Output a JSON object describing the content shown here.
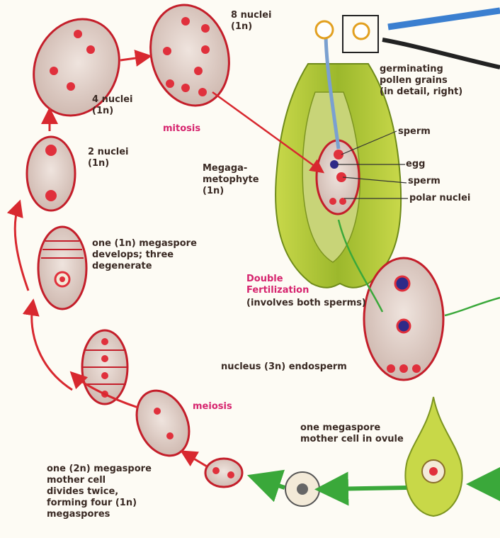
{
  "labels": {
    "eight_nuclei": "8 nuclei\n(1n)",
    "four_nuclei": "4 nuclei\n(1n)",
    "two_nuclei": "2 nuclei\n(1n)",
    "mitosis": "mitosis",
    "germinating": "germinating\npollen grains\n(in detail, right)",
    "sperm_top": "sperm",
    "egg": "egg",
    "sperm_mid": "sperm",
    "polar_nuclei": "polar nuclei",
    "megagametophyte": "Megaga-\nmetophyte\n(1n)",
    "one_megaspore": "one (1n) megaspore\ndevelops; three\ndegenerate",
    "double_fert_title": "Double\nFertilization",
    "double_fert_sub": "(involves both sperms)",
    "endosperm": "nucleus (3n) endosperm",
    "meiosis": "meiosis",
    "mother_cell_ovule": "one megaspore\nmother cell in ovule",
    "mother_cell_divides": "one (2n) megaspore\nmother cell\ndivides twice,\nforming four (1n)\nmegaspores"
  },
  "colors": {
    "cell_fill": "#d9c8c0",
    "cell_border": "#c41e2a",
    "nucleus": "#e0303c",
    "arrow_red": "#d8282f",
    "arrow_green": "#3aa83a",
    "arrow_blue": "#3b7fd0",
    "ovary_green": "#9cb82c",
    "label_magenta": "#d6246e"
  }
}
